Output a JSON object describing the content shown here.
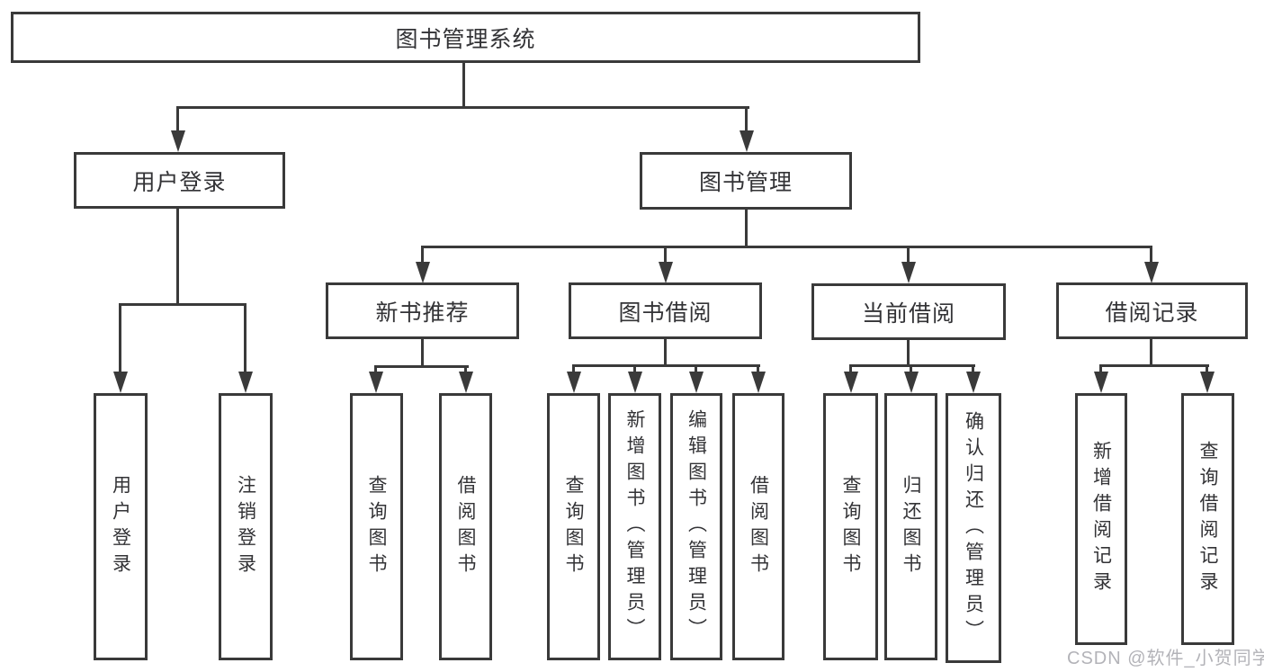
{
  "diagram_title": "图书管理系统",
  "tree": {
    "root": {
      "label": "图书管理系统"
    },
    "user_login": {
      "label": "用户登录",
      "children": [
        {
          "label": "用户登录"
        },
        {
          "label": "注销登录"
        }
      ]
    },
    "book_mgmt": {
      "label": "图书管理",
      "children": {
        "new_book": {
          "label": "新书推荐",
          "children": [
            {
              "label": "查询图书"
            },
            {
              "label": "借阅图书"
            }
          ]
        },
        "borrowing": {
          "label": "图书借阅",
          "children": [
            {
              "label": "查询图书"
            },
            {
              "label": "新增图书（管理员）"
            },
            {
              "label": "编辑图书（管理员）"
            },
            {
              "label": "借阅图书"
            }
          ]
        },
        "current": {
          "label": "当前借阅",
          "children": [
            {
              "label": "查询图书"
            },
            {
              "label": "归还图书"
            },
            {
              "label": "确认归还（管理员）"
            }
          ]
        },
        "records": {
          "label": "借阅记录",
          "children": [
            {
              "label": "新增借阅记录"
            },
            {
              "label": "查询借阅记录"
            }
          ]
        }
      }
    }
  },
  "watermark": {
    "text": "CSDN @软件_小贺同学"
  },
  "colors": {
    "line": "#3a3a3a",
    "text": "#333336",
    "watermark": "#b3b3b8",
    "background": "#ffffff"
  }
}
